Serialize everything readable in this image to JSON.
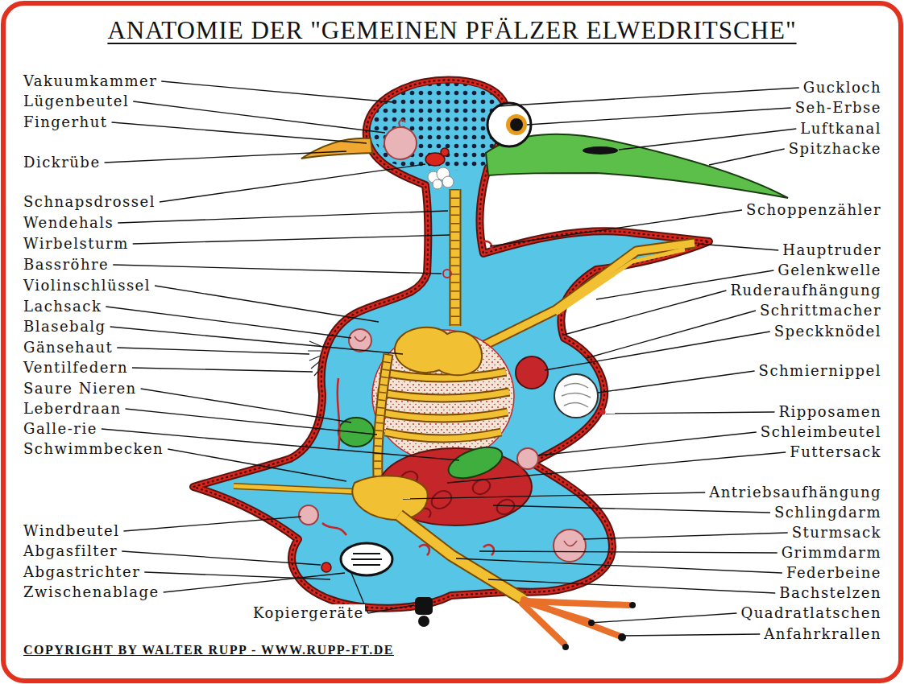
{
  "diagram": {
    "title": "ANATOMIE DER \"GEMEINEN PFÄLZER ELWEDRITSCHE\"",
    "labels": [
      "Vakuumkammer",
      "Lügenbeutel",
      "Fingerhut",
      "Dickrübe",
      "Schnapsdrossel",
      "Wendehals",
      "Wirbelsturm",
      "Bassröhre",
      "Violinschlüssel",
      "Lachsack",
      "Blasebalg",
      "Gänsehaut",
      "Ventilfedern",
      "Saure Nieren",
      "Leberdraan",
      "Galle-rie",
      "Schwimmbecken",
      "Windbeutel",
      "Abgasfilter",
      "Abgastrichter",
      "Zwischenablage",
      "Kopiergeräte",
      "Guckloch",
      "Seh-Erbse",
      "Luftkanal",
      "Spitzhacke",
      "Schoppenzähler",
      "Hauptruder",
      "Gelenkwelle",
      "Ruderaufhängung",
      "Schrittmacher",
      "Speckknödel",
      "Schmiernippel",
      "Ripposamen",
      "Schleimbeutel",
      "Futtersack",
      "Antriebsaufhängung",
      "Schlingdarm",
      "Sturmsack",
      "Grimmdarm",
      "Federbeine",
      "Bachstelzen",
      "Quadratlatschen",
      "Anfahrkrallen",
      "COPYRIGHT BY WALTER RUPP - WWW.RUPP-FT.DE"
    ]
  }
}
